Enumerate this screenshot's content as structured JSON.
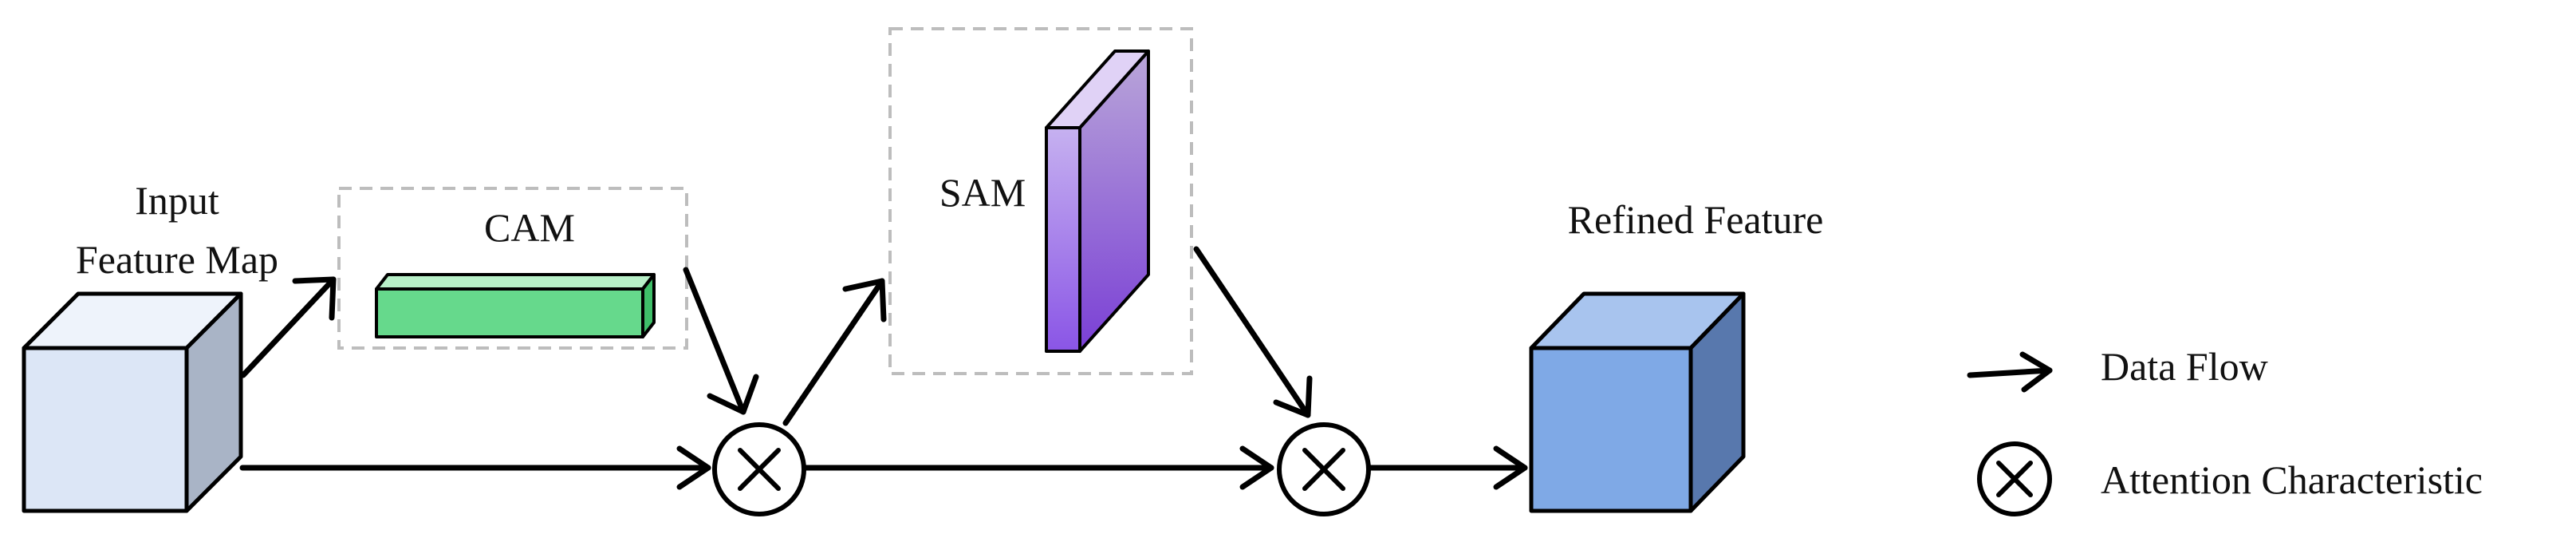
{
  "labels": {
    "input_line1": "Input",
    "input_line2": "Feature Map",
    "cam": "CAM",
    "sam": "SAM",
    "refined": "Refined Feature"
  },
  "legend": {
    "data_flow": "Data Flow",
    "attention": "Attention Characteristic"
  },
  "colors": {
    "input_cube_front": "#dce6f6",
    "input_cube_top": "#eef3fb",
    "input_cube_side": "#a9b4c6",
    "cam_front": "#66d98c",
    "cam_top": "#b8f0c8",
    "cam_side": "#3fbf69",
    "sam_front_top": "#b49dd6",
    "sam_front_bottom": "#7a3fd6",
    "sam_side": "#9a70e8",
    "sam_top": "#e0d2f6",
    "refined_front": "#7fa9e6",
    "refined_top": "#a8c4ee",
    "refined_side": "#5878ad",
    "dashed_box": "#bdbdbd",
    "stroke": "#000000"
  },
  "icons": {
    "arrow": "arrow-icon",
    "multiply": "circled-times-icon"
  }
}
